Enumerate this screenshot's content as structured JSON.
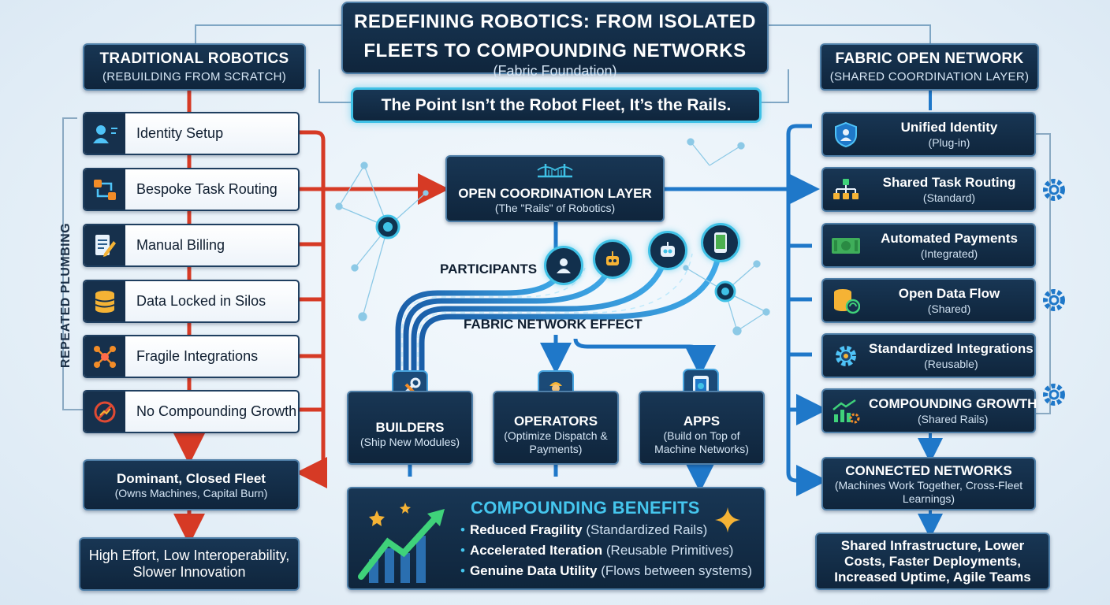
{
  "colors": {
    "accent": "#3fc1e6",
    "left_flow": "#d63a25",
    "right_flow": "#1f78c9",
    "box": "#0f253c"
  },
  "title": {
    "line1": "REDEFINING ROBOTICS: FROM ISOLATED",
    "line2": "FLEETS TO COMPOUNDING NETWORKS",
    "subtitle": "(Fabric Foundation)"
  },
  "tagline": "The Point Isn’t the Robot Fleet, It’s the Rails.",
  "traditional": {
    "title": "TRADITIONAL ROBOTICS",
    "subtitle": "(REBUILDING FROM SCRATCH)",
    "side_label": "REPEATED PLUMBING",
    "items": [
      {
        "label": "Identity Setup",
        "icon": "user-card-icon"
      },
      {
        "label": "Bespoke Task Routing",
        "icon": "routing-icon"
      },
      {
        "label": "Manual Billing",
        "icon": "document-pencil-icon"
      },
      {
        "label": "Data Locked in Silos",
        "icon": "database-icon"
      },
      {
        "label": "Fragile Integrations",
        "icon": "network-nodes-icon"
      },
      {
        "label": "No Compounding Growth",
        "icon": "no-growth-icon"
      }
    ],
    "result_title": "Dominant, Closed Fleet",
    "result_sub": "(Owns Machines, Capital Burn)",
    "outcome": "High Effort, Low Interoperability, Slower Innovation"
  },
  "center": {
    "layer_title": "OPEN COORDINATION LAYER",
    "layer_sub": "(The \"Rails\" of Robotics)",
    "participants_label": "PARTICIPANTS",
    "effect_label": "FABRIC NETWORK EFFECT",
    "participants": [
      "person-icon",
      "robot-arm-icon",
      "robot-head-icon",
      "smartphone-icon"
    ],
    "outputs": [
      {
        "title": "BUILDERS",
        "sub": "(Ship New Modules)",
        "icon": "tools-icon"
      },
      {
        "title": "OPERATORS",
        "sub": "(Optimize Dispatch & Payments)",
        "icon": "worker-icon"
      },
      {
        "title": "APPS",
        "sub": "(Build on Top of Machine Networks)",
        "icon": "tablet-icon"
      }
    ],
    "benefits": {
      "title": "COMPOUNDING BENEFITS",
      "items": [
        {
          "bold": "Reduced Fragility",
          "note": "(Standardized Rails)"
        },
        {
          "bold": "Accelerated Iteration",
          "note": "(Reusable Primitives)"
        },
        {
          "bold": "Genuine Data Utility",
          "note": "(Flows between systems)"
        }
      ]
    }
  },
  "fabric": {
    "title": "FABRIC OPEN NETWORK",
    "subtitle": "(SHARED COORDINATION LAYER)",
    "items": [
      {
        "title": "Unified Identity",
        "sub": "(Plug-in)",
        "icon": "shield-user-icon"
      },
      {
        "title": "Shared Task Routing",
        "sub": "(Standard)",
        "icon": "hierarchy-icon"
      },
      {
        "title": "Automated Payments",
        "sub": "(Integrated)",
        "icon": "money-icon"
      },
      {
        "title": "Open Data Flow",
        "sub": "(Shared)",
        "icon": "database-sync-icon"
      },
      {
        "title": "Standardized Integrations",
        "sub": "(Reusable)",
        "icon": "gear-icon"
      },
      {
        "title": "COMPOUNDING GROWTH",
        "sub": "(Shared Rails)",
        "icon": "growth-chart-icon"
      }
    ],
    "result_title": "CONNECTED NETWORKS",
    "result_sub": "(Machines Work Together, Cross-Fleet Learnings)",
    "outcome": "Shared Infrastructure, Lower Costs, Faster Deployments, Increased Uptime, Agile Teams"
  }
}
